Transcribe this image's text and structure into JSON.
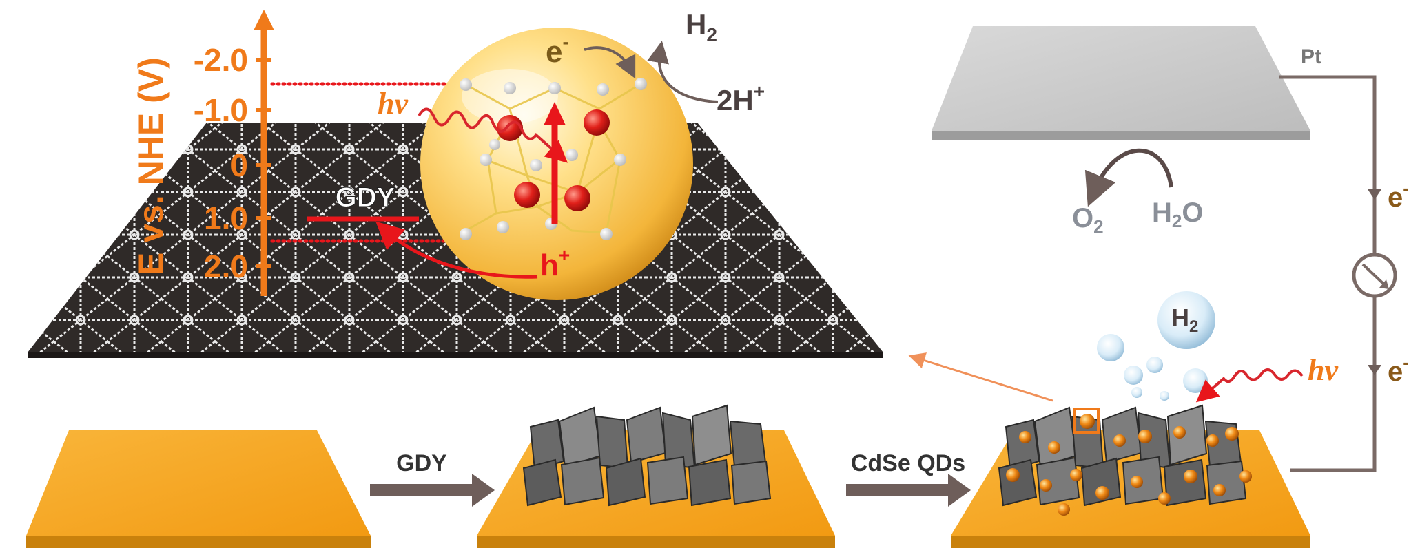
{
  "energy_diagram": {
    "axis_title": "E vs. NHE (V)",
    "ticks": [
      "-2.0",
      "-1.0",
      "0",
      "1.0",
      "2.0"
    ],
    "gdy_label": "GDY",
    "hv_label": "hv",
    "electron_label": "e",
    "electron_sup": "-",
    "hole_label": "h",
    "hole_sup": "+",
    "h2_label": "H",
    "h2_sub": "2",
    "proton_label": "2H",
    "proton_sup": "+"
  },
  "cell": {
    "pt_label": "Pt",
    "o2_label": "O",
    "o2_sub": "2",
    "h2o_label_a": "H",
    "h2o_sub": "2",
    "h2o_label_b": "O",
    "electron_label": "e",
    "electron_sup": "-",
    "bubble_label": "H",
    "bubble_sub": "2",
    "hv_label": "hv"
  },
  "steps": {
    "step1_label": "GDY",
    "step2_label": "CdSe QDs"
  },
  "colors": {
    "orange_axis": "#f07a1a",
    "gold_substrate": "#f5a623",
    "red_accent": "#e8161b",
    "grey_arrow": "#6e5e5a",
    "dark_sheet": "#2f2a28"
  }
}
